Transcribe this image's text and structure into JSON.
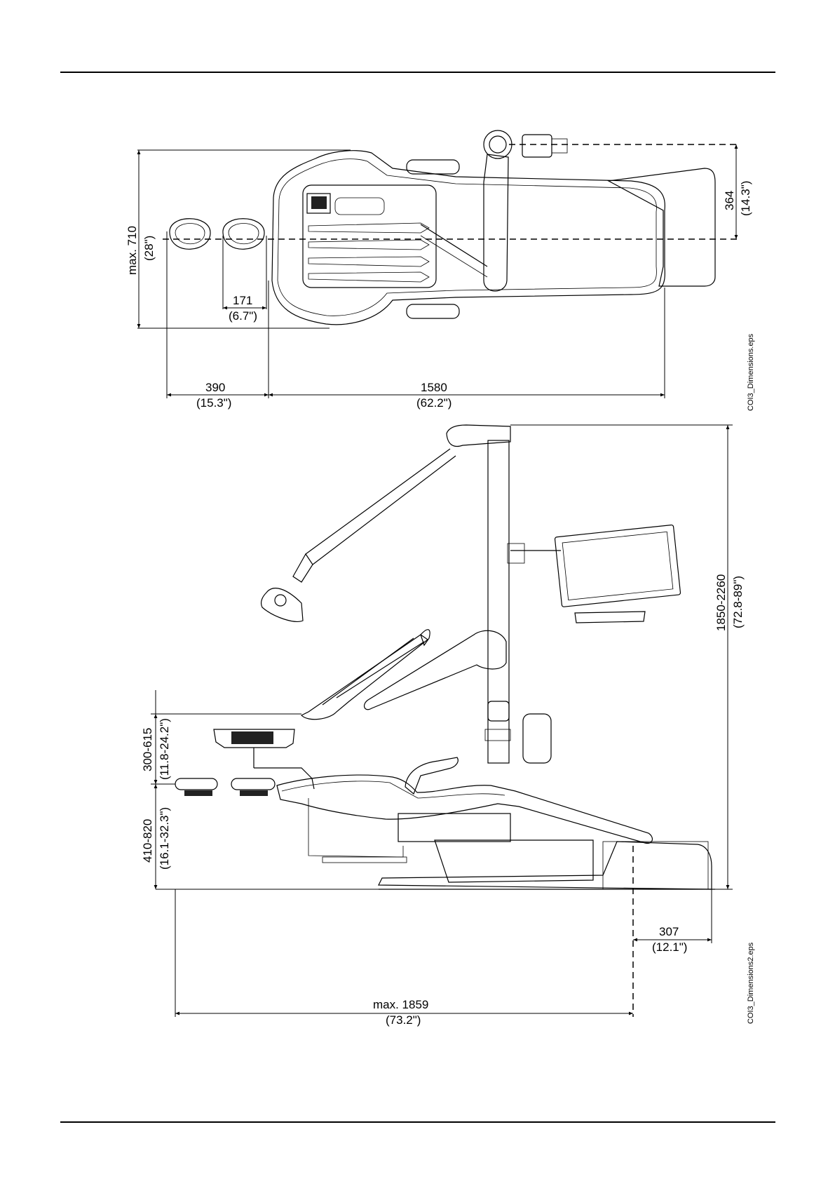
{
  "top_view": {
    "filename": "COI3_Dimensions.eps",
    "dims": {
      "width_mm": "max. 710",
      "width_in": "(28\")",
      "headrest_mm": "171",
      "headrest_in": "(6.7\")",
      "offset_mm": "364",
      "offset_in": "(14.3\")",
      "head_ext_mm": "390",
      "head_ext_in": "(15.3\")",
      "length_mm": "1580",
      "length_in": "(62.2\")"
    }
  },
  "side_view": {
    "filename": "COI3_Dimensions2.eps",
    "dims": {
      "height_mm": "1850-2260",
      "height_in": "(72.8-89\")",
      "tray_mm": "300-615",
      "tray_in": "(11.8-24.2\")",
      "seat_mm": "410-820",
      "seat_in": "(16.1-32.3\")",
      "base_mm": "307",
      "base_in": "(12.1\")",
      "reach_mm": "max. 1859",
      "reach_in": "(73.2\")"
    }
  }
}
